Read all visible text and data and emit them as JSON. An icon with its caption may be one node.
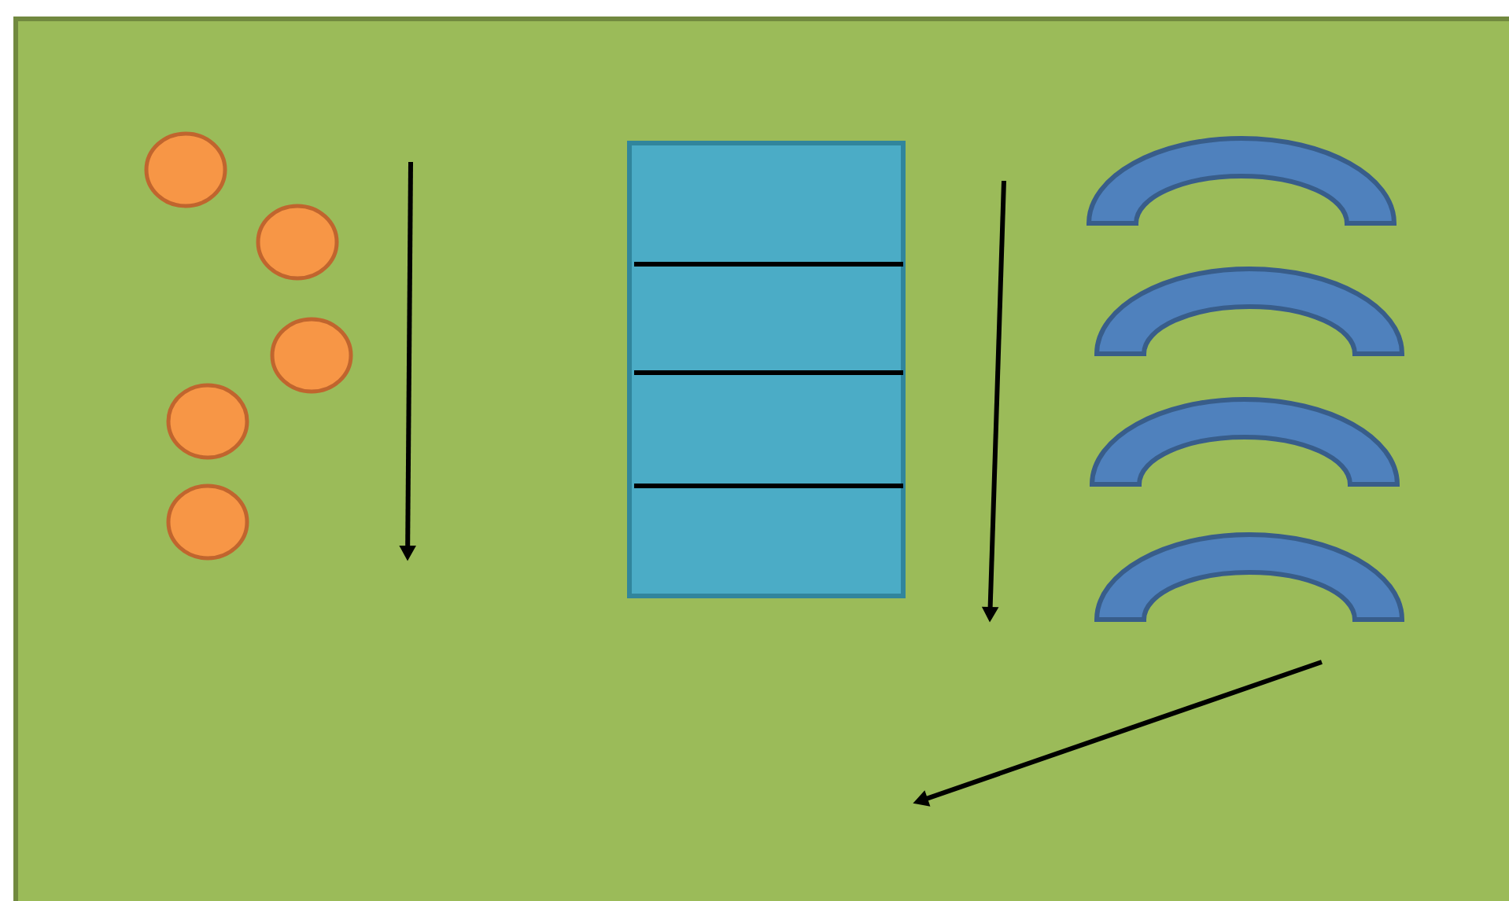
{
  "diagram": {
    "nodes": [
      {
        "text": [],
        "shape": "circle"
      },
      {
        "text": [],
        "shape": "circle"
      },
      {
        "text": [],
        "shape": "circle"
      },
      {
        "text": [],
        "shape": "circle"
      },
      {
        "text": [],
        "shape": "circle"
      },
      {
        "text": [],
        "shape": "box"
      },
      {
        "text": [],
        "shape": "arch"
      },
      {
        "text": [],
        "shape": "arch"
      },
      {
        "text": [],
        "shape": "arch"
      },
      {
        "text": [],
        "shape": "arch"
      }
    ]
  }
}
